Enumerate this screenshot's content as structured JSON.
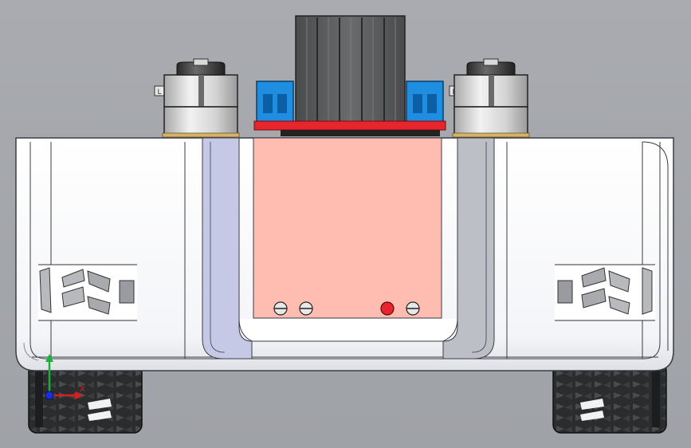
{
  "viewport": {
    "background_top": "#a9abb0",
    "background_bottom": "#9fa2a7"
  },
  "model": {
    "chassis_color": "#ffffff",
    "chassis_edge": "#3a3d45",
    "battery_bay_color": "#ffbdb2",
    "left_channel_color": "#c6c9e6",
    "right_channel_color": "#bcc0c6",
    "heatsink_color": "#58595b",
    "driver_board_color": "#1f8ee0",
    "pcb_color": "#e8242c",
    "motor_body_color": "#dcdcdc",
    "tire_color": "#2b2c2e",
    "led_color": "#e8242c",
    "left_motor_label": "L",
    "right_motor_label": "L"
  },
  "triad": {
    "x_label": "X",
    "x_color": "#d62020",
    "y_color": "#18b23a",
    "z_color": "#1a2fd6"
  }
}
